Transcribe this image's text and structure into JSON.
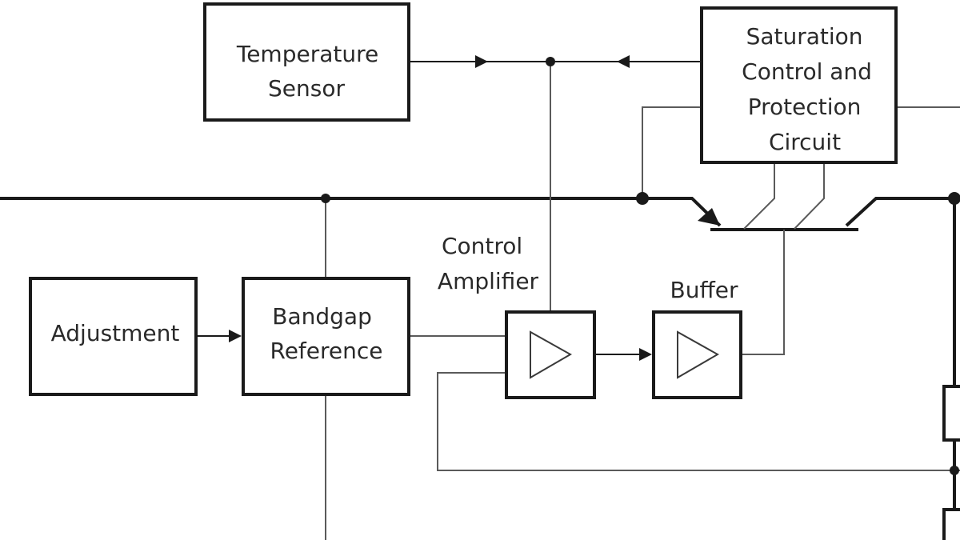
{
  "blocks": {
    "temperature_sensor": [
      "Temperature",
      "Sensor"
    ],
    "saturation_control": [
      "Saturation",
      "Control and",
      "Protection",
      "Circuit"
    ],
    "adjustment": [
      "Adjustment"
    ],
    "bandgap_reference": [
      "Bandgap",
      "Reference"
    ]
  },
  "labels": {
    "control_amplifier": [
      "Control",
      "Amplifier"
    ],
    "buffer": [
      "Buffer"
    ]
  }
}
